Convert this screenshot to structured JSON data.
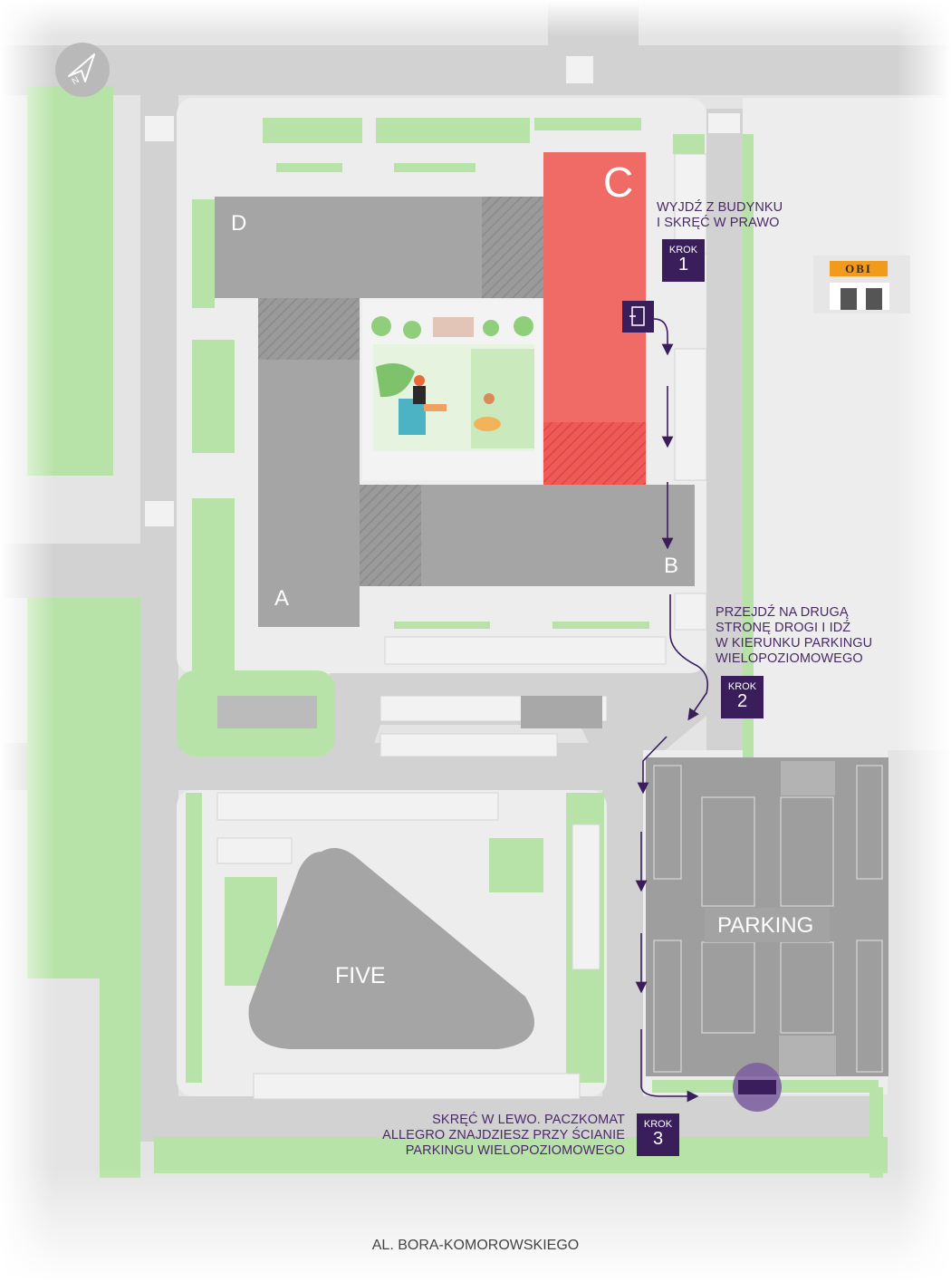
{
  "buildings": {
    "a": "A",
    "b": "B",
    "c": "C",
    "d": "D",
    "five": "FIVE",
    "parking": "PARKING"
  },
  "steps": [
    {
      "krok_label": "KROK",
      "number": "1",
      "lines": [
        "WYJDŹ Z BUDYNKU",
        "I SKRĘĆ W PRAWO"
      ]
    },
    {
      "krok_label": "KROK",
      "number": "2",
      "lines": [
        "PRZEJDŹ NA DRUGĄ",
        "STRONĘ DROGI I IDŹ",
        "W KIERUNKU PARKINGU",
        "WIELOPOZIOMOWEGO"
      ]
    },
    {
      "krok_label": "KROK",
      "number": "3",
      "lines": [
        "SKRĘĆ W LEWO. PACZKOMAT",
        "ALLEGRO ZNAJDZIESZ PRZY ŚCIANIE",
        "PARKINGU WIELOPOZIOMOWEGO"
      ]
    }
  ],
  "street_name": "AL. BORA-KOMOROWSKIEGO",
  "store_sign": "OBI",
  "compass_label": "N",
  "icons": [
    "compass-icon",
    "door-exit-icon",
    "route-arrow-icon",
    "parcel-locker-icon",
    "store-icon",
    "person-icon",
    "tree-icon"
  ],
  "colors": {
    "building_c": "#f06a66",
    "building_gray": "#a5a5a5",
    "route": "#3a1d5b",
    "krok_bg": "#3a1d5b",
    "grass": "#b8e3a8",
    "locker_marker": "#7a5da0"
  }
}
